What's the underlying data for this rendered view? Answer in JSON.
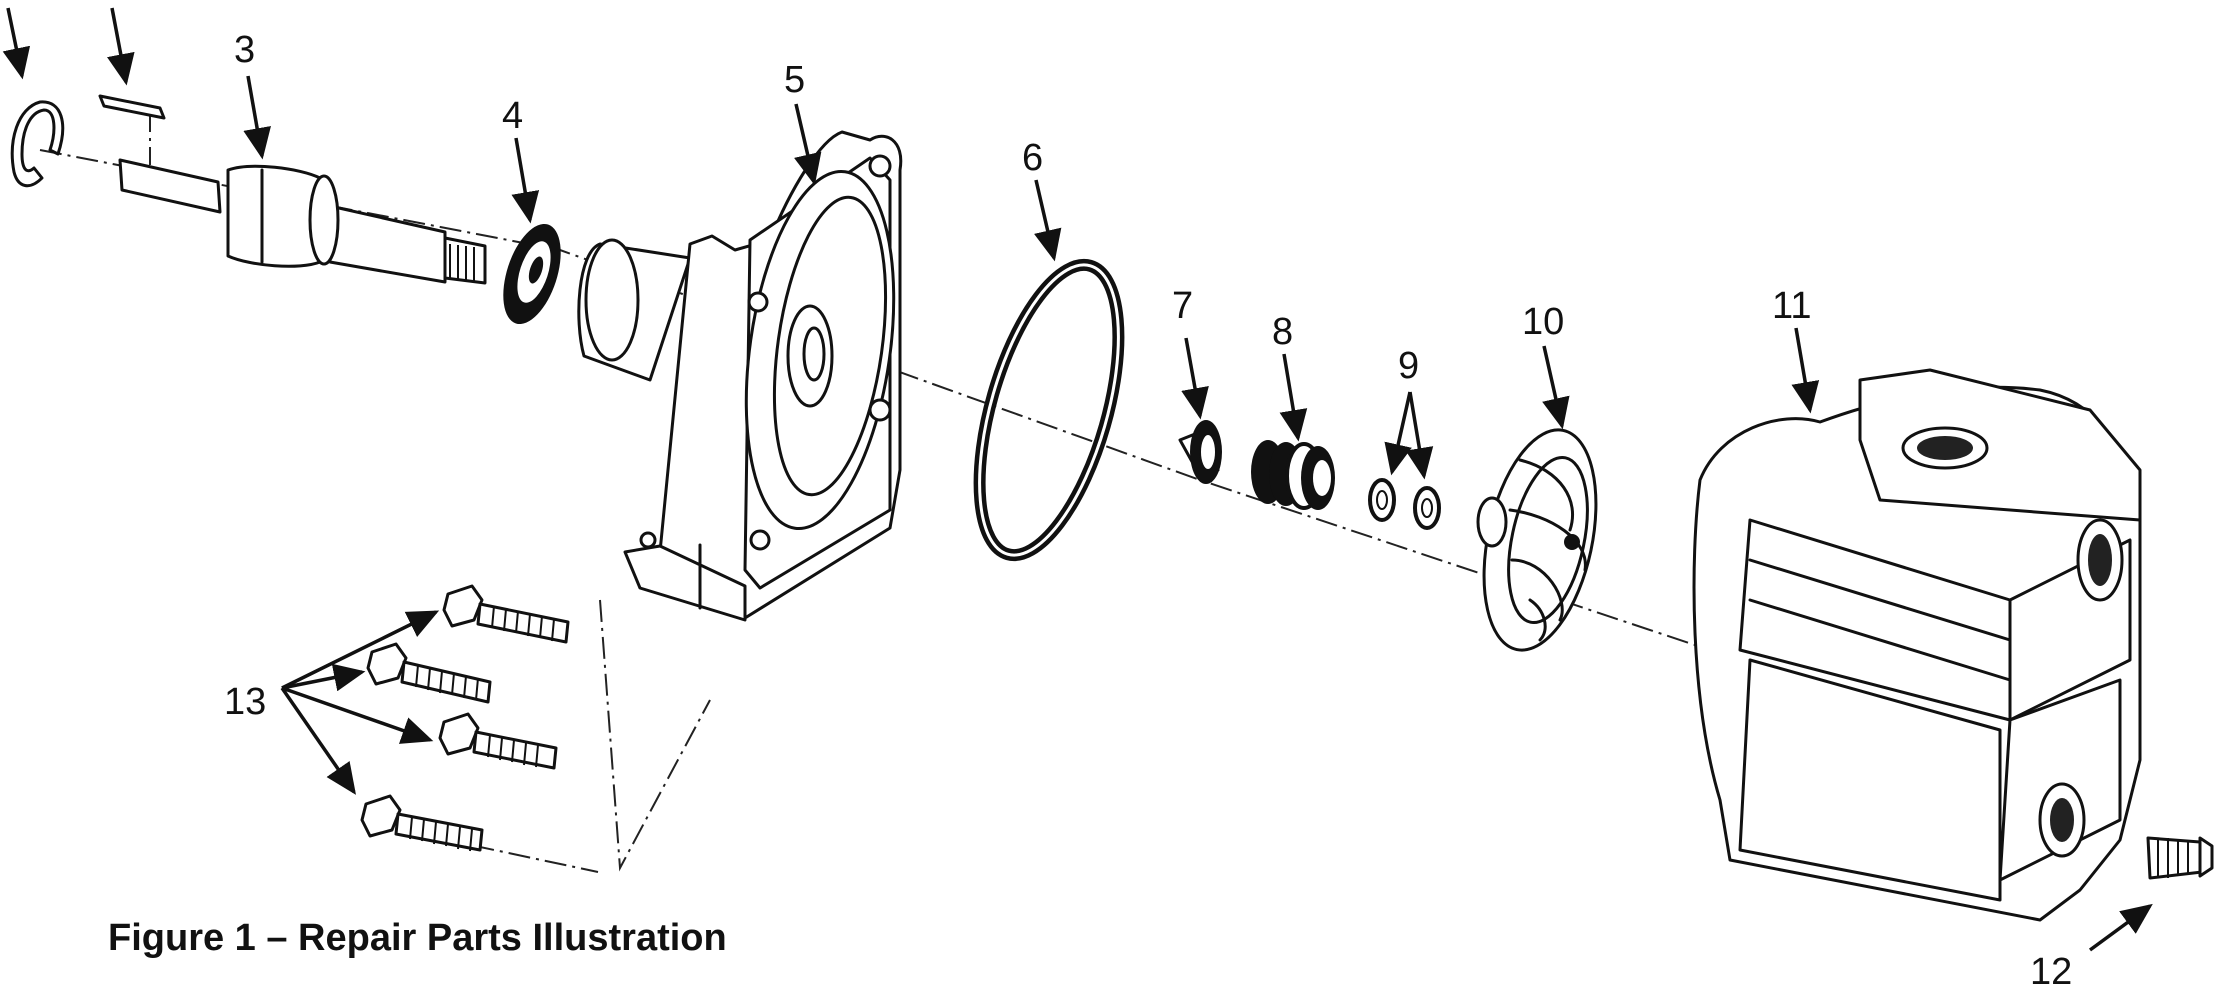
{
  "figure": {
    "caption": "Figure 1 – Repair Parts Illustration",
    "callouts": {
      "p3": "3",
      "p4": "4",
      "p5": "5",
      "p6": "6",
      "p7": "7",
      "p8": "8",
      "p9": "9",
      "p10": "10",
      "p11": "11",
      "p12": "12",
      "p13": "13"
    }
  }
}
